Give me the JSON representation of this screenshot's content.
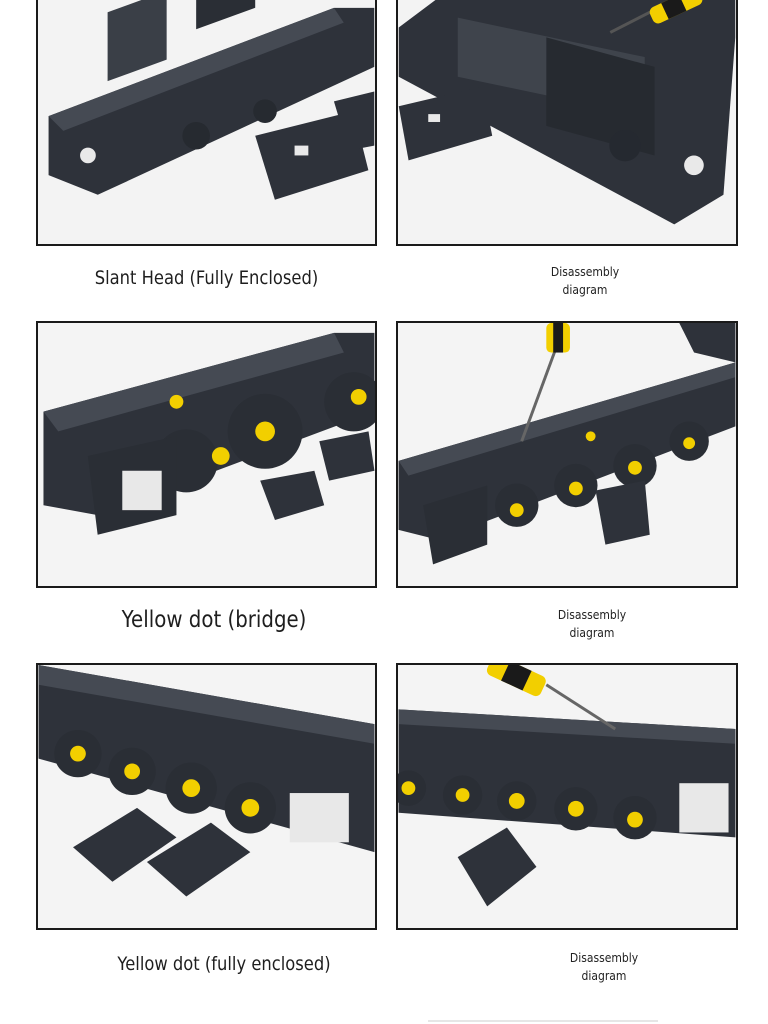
{
  "sections": [
    {
      "caption": "Slant Head (Fully Enclosed)",
      "disassembly": [
        "Disassembly",
        "diagram"
      ]
    },
    {
      "caption": "Yellow dot (bridge)",
      "disassembly": [
        "Disassembly",
        "diagram"
      ]
    },
    {
      "caption": "Yellow dot (fully enclosed)",
      "disassembly": [
        "Disassembly",
        "diagram"
      ]
    }
  ],
  "colors": {
    "chain": "#2b2f36",
    "chain_light": "#3c414a",
    "dot": "#f2cf00",
    "frame": "#1a1a1a"
  }
}
